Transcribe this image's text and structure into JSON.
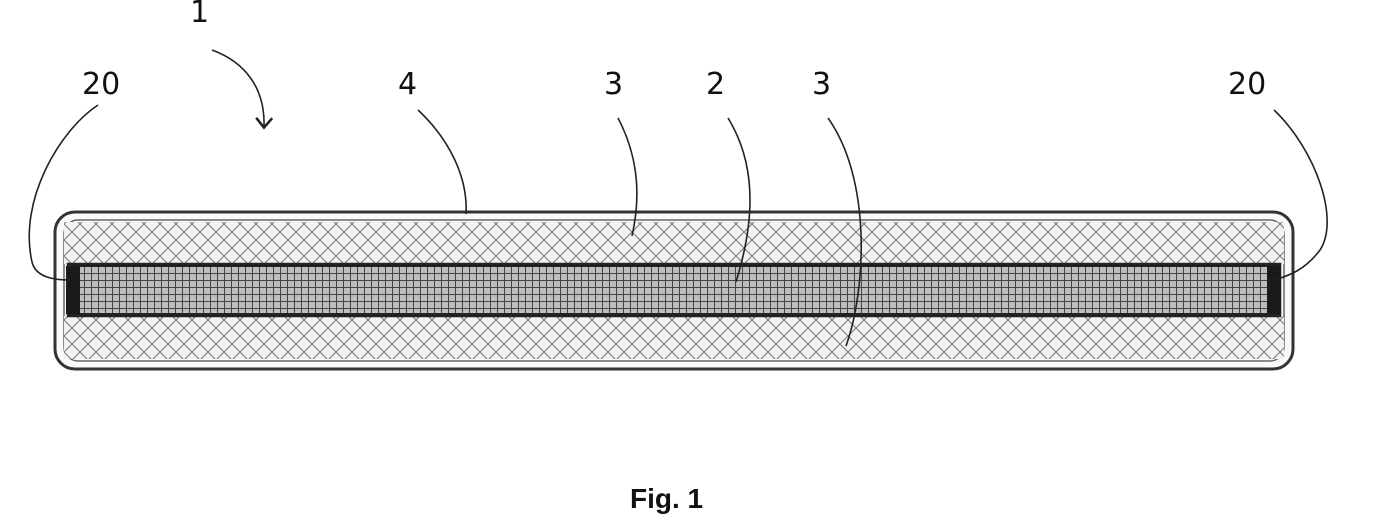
{
  "figure": {
    "caption": "Fig. 1",
    "labels": {
      "device": "1",
      "end_left": "20",
      "end_right": "20",
      "outer": "4",
      "upper": "3",
      "core": "2",
      "lower": "3"
    }
  }
}
